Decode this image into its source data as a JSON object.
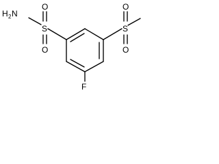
{
  "molecule": {
    "atoms": {
      "nh2_prefix": "H",
      "nh2_sub": "2",
      "nh2_suffix": "N",
      "sulfonamide_s": "S",
      "sulfonamide_o_top": "O",
      "sulfonamide_o_bottom": "O",
      "sulfone_s": "S",
      "sulfone_o_top": "O",
      "sulfone_o_bottom": "O",
      "fluorine": "F"
    }
  }
}
